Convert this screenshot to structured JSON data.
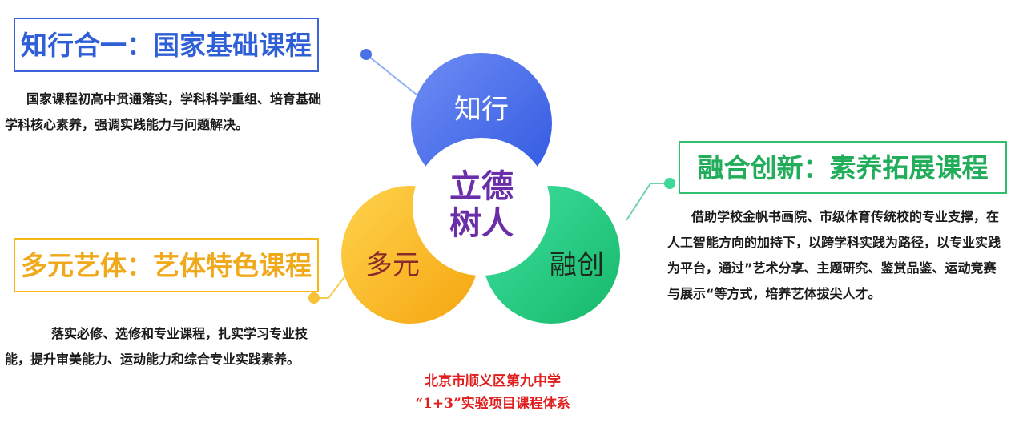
{
  "center": {
    "line1": "立德",
    "line2": "树人"
  },
  "circles": {
    "top": "知行",
    "left": "多元",
    "right": "融创"
  },
  "sections": {
    "national": {
      "title": "知行合一：国家基础课程",
      "description": "国家课程初高中贯通落实，学科科学重组、培育基础学科核心素养，强调实践能力与问题解决。"
    },
    "arts": {
      "title": "多元艺体：艺体特色课程",
      "description": "落实必修、选修和专业课程，扎实学习专业技能，提升审美能力、运动能力和综合专业实践素养。"
    },
    "innovation": {
      "title": "融合创新：素养拓展课程",
      "description": "借助学校金帆书画院、市级体育传统校的专业支撑，在人工智能方向的加持下，以跨学科实践为路径，以专业实践为平台，通过”艺术分享、主题研究、鉴赏品鉴、运动竞赛与展示“等方式，培养艺体拔尖人才。"
    }
  },
  "caption": {
    "line1": "北京市顺义区第九中学",
    "line2": "“1+3”实验项目课程体系"
  },
  "colors": {
    "blue": "#3c63d9",
    "yellow": "#f5b817",
    "green": "#2fbf6e",
    "center_text": "#6a2fa8",
    "caption": "#e11d1d"
  }
}
